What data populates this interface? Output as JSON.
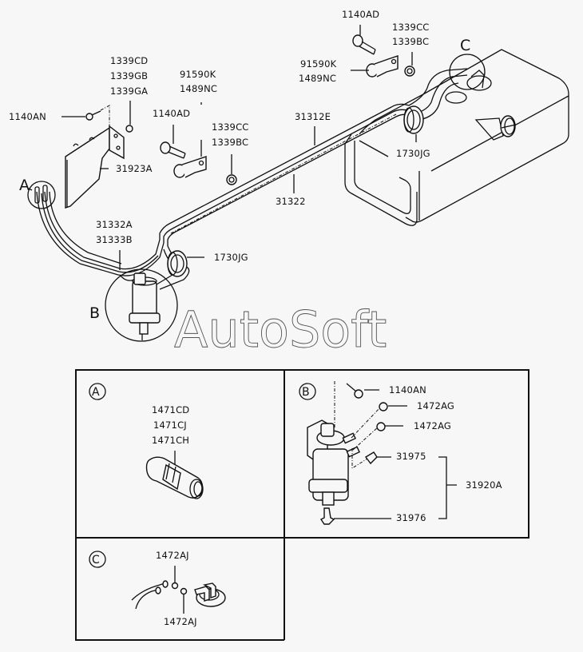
{
  "diagram": {
    "title": "Fuel line and fuel filter assembly",
    "watermark": "AutoSoft",
    "detail_callouts": {
      "A": "A",
      "B": "B",
      "C": "C"
    },
    "main_view": {
      "labels": {
        "bolt_bracket": "1140AN",
        "nut_set": [
          "1339CD",
          "1339GB",
          "1339GA"
        ],
        "clamp_left": [
          "91590K",
          "1489NC"
        ],
        "bolt_left": "1140AD",
        "nut_left": [
          "1339CC",
          "1339BC"
        ],
        "bracket": "31923A",
        "tube_upper": "31312E",
        "tube_lower": "31322",
        "hose_set": [
          "31332A",
          "31333B"
        ],
        "grommet_front": "1730JG",
        "bolt_right": "1140AD",
        "nut_right": [
          "1339CC",
          "1339BC"
        ],
        "clamp_right": [
          "91590K",
          "1489NC"
        ],
        "grommet_rear": "1730JG"
      }
    },
    "detail_A": {
      "badge": "A",
      "labels": [
        "1471CD",
        "1471CJ",
        "1471CH"
      ]
    },
    "detail_B": {
      "badge": "B",
      "labels": {
        "bolt": "1140AN",
        "clip_1": "1472AG",
        "clip_2": "1472AG",
        "part_upper": "31975",
        "part_lower": "31976",
        "assembly": "31920A"
      }
    },
    "detail_C": {
      "badge": "C",
      "labels": {
        "top": "1472AJ",
        "bottom": "1472AJ"
      }
    }
  }
}
